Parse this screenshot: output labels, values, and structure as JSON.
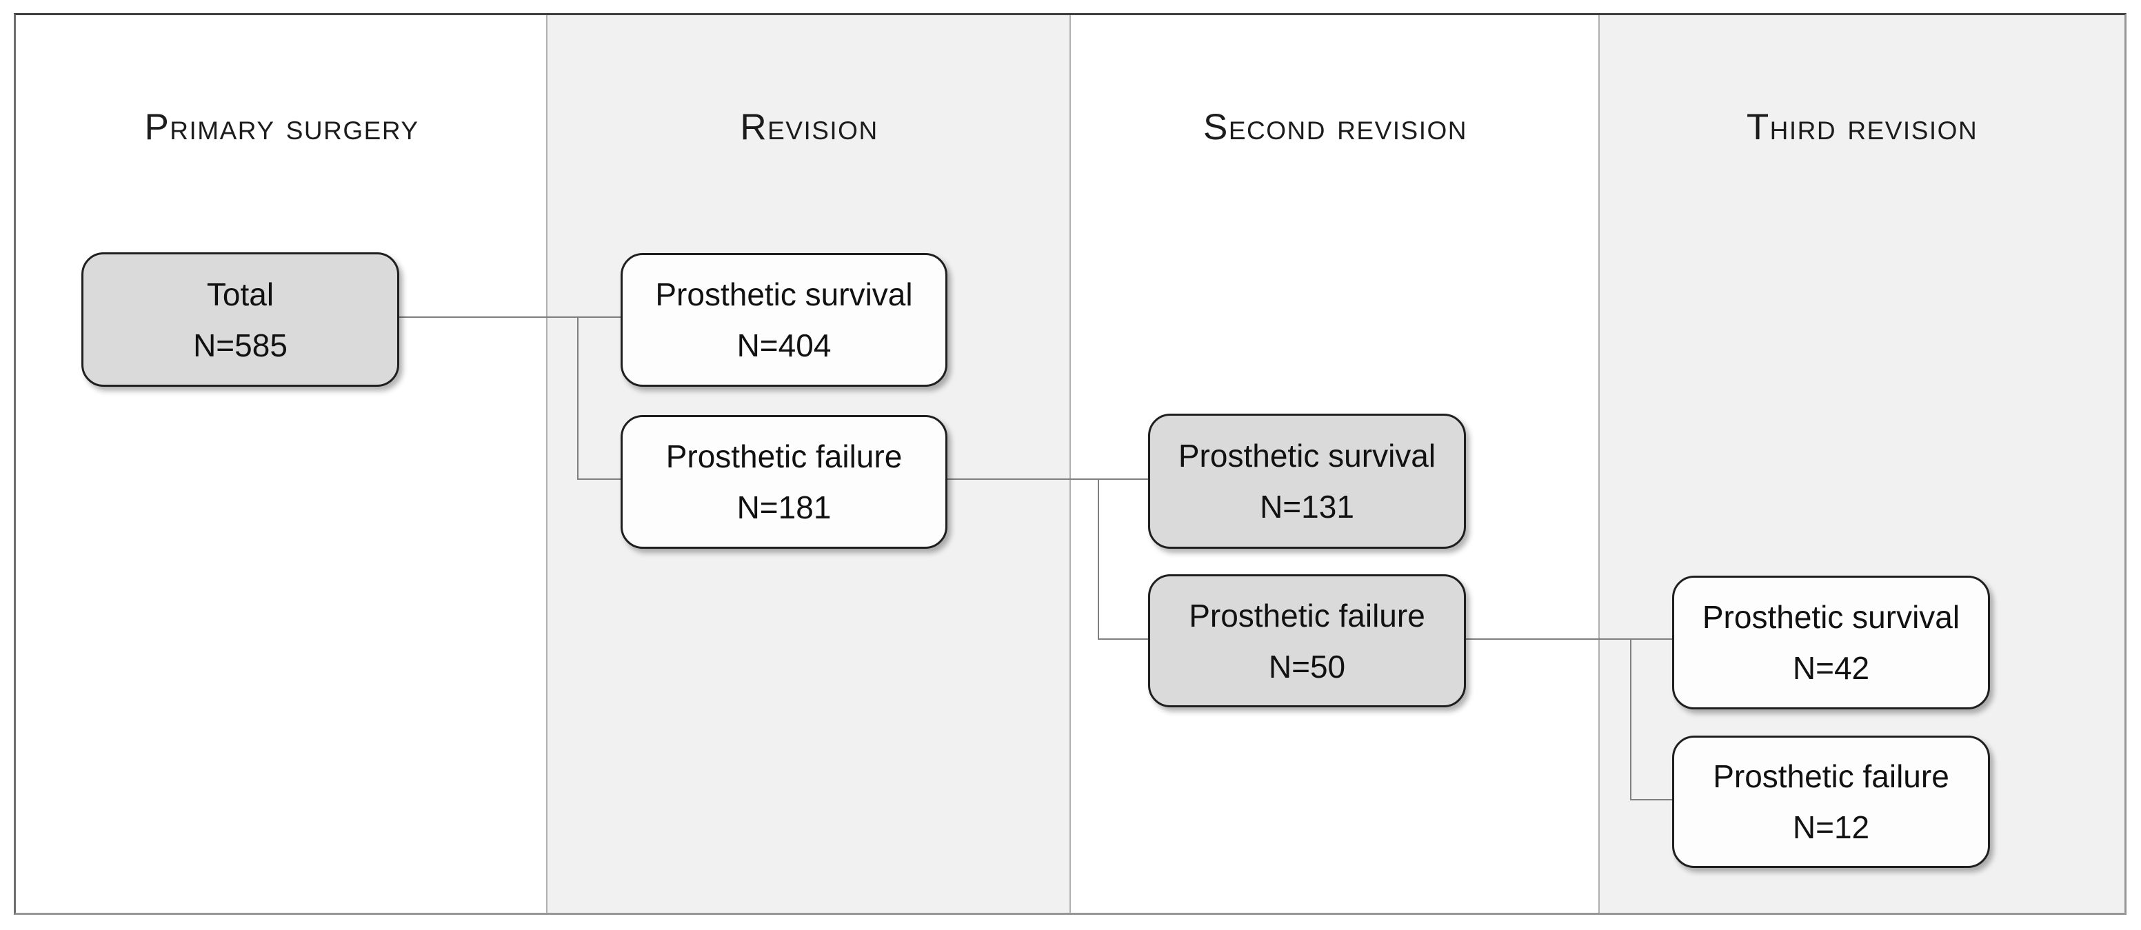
{
  "columns": [
    {
      "label": "Primary surgery",
      "shaded": false
    },
    {
      "label": "Revision",
      "shaded": true
    },
    {
      "label": "Second revision",
      "shaded": false
    },
    {
      "label": "Third revision",
      "shaded": true
    }
  ],
  "nodes": [
    {
      "id": "total",
      "column": "Primary surgery",
      "label": "Total",
      "count": "N=585",
      "fill": "gray"
    },
    {
      "id": "rev-survival",
      "column": "Revision",
      "label": "Prosthetic survival",
      "count": "N=404",
      "fill": "white"
    },
    {
      "id": "rev-failure",
      "column": "Revision",
      "label": "Prosthetic failure",
      "count": "N=181",
      "fill": "white"
    },
    {
      "id": "rev2-survival",
      "column": "Second revision",
      "label": "Prosthetic survival",
      "count": "N=131",
      "fill": "gray"
    },
    {
      "id": "rev2-failure",
      "column": "Second revision",
      "label": "Prosthetic failure",
      "count": "N=50",
      "fill": "gray"
    },
    {
      "id": "rev3-survival",
      "column": "Third revision",
      "label": "Prosthetic survival",
      "count": "N=42",
      "fill": "white"
    },
    {
      "id": "rev3-failure",
      "column": "Third revision",
      "label": "Prosthetic failure",
      "count": "N=12",
      "fill": "white"
    }
  ],
  "edges": [
    {
      "from": "total",
      "to": [
        "rev-survival",
        "rev-failure"
      ]
    },
    {
      "from": "rev-failure",
      "to": [
        "rev2-survival",
        "rev2-failure"
      ]
    },
    {
      "from": "rev2-failure",
      "to": [
        "rev3-survival",
        "rev3-failure"
      ]
    }
  ],
  "colors": {
    "shaded_column": "#f1f1f1",
    "white_column": "#ffffff",
    "gray_node_fill": "#dadada",
    "white_node_fill": "#fdfdfd",
    "node_border": "#1f1f1f",
    "connector": "#7f7f7f",
    "frame_border": "#3f3f3f",
    "column_separator": "#b0b0b0",
    "text": "#1a1a1a"
  }
}
